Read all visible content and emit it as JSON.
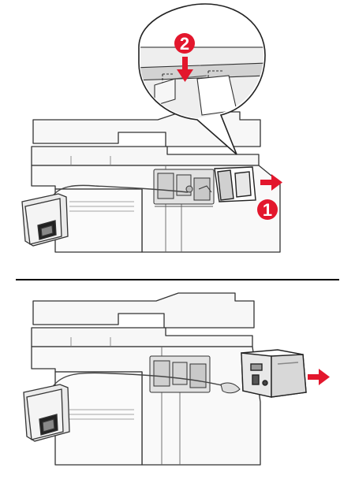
{
  "steps": [
    {
      "number": "1",
      "label": "remove-cover"
    },
    {
      "number": "2",
      "label": "press-down-latch"
    }
  ],
  "colors": {
    "callout_red": "#e3172d",
    "outline": "#333333",
    "panel_fill": "#f7f7f7",
    "shadow_fill": "#d8d8d8",
    "divider": "#000000"
  },
  "icons": [
    "red-arrow-right-icon",
    "red-arrow-down-icon",
    "numbered-callout-icon"
  ]
}
